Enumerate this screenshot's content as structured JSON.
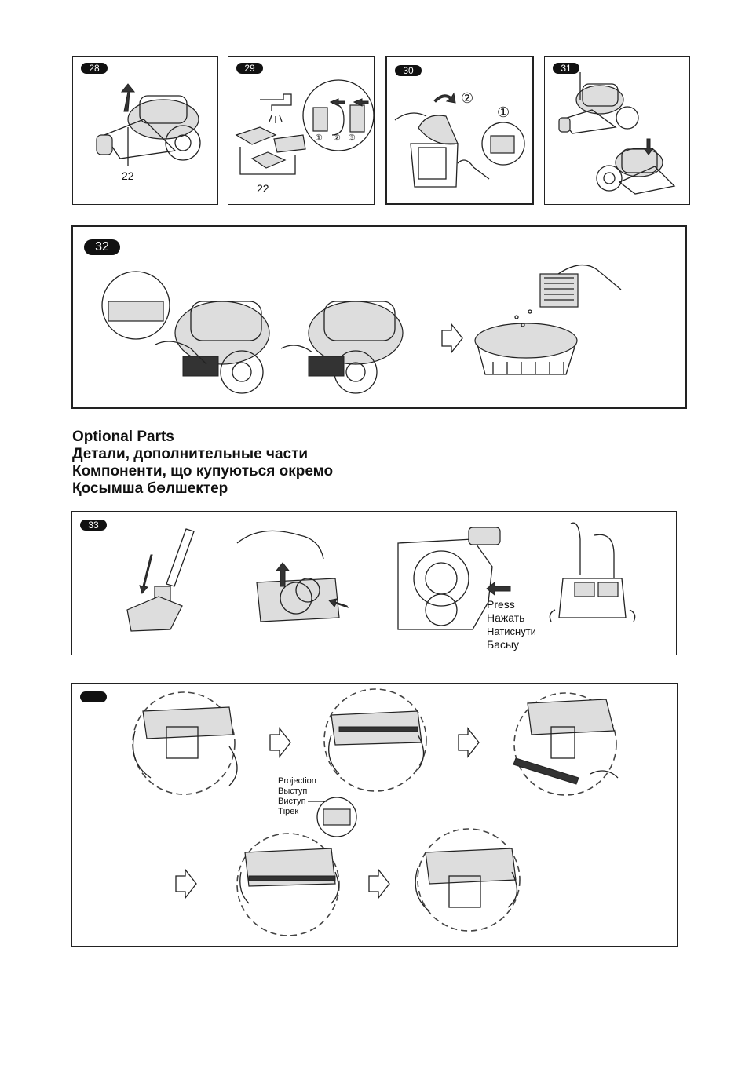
{
  "panels": {
    "p28": {
      "badge": "28",
      "label": "22"
    },
    "p29": {
      "badge": "29",
      "label": "22",
      "steps": [
        "①",
        "②",
        "③"
      ]
    },
    "p30": {
      "badge": "30",
      "steps": [
        "②",
        "①"
      ]
    },
    "p31": {
      "badge": "31"
    },
    "p32": {
      "badge": "32"
    },
    "p33": {
      "badge": "33",
      "press": [
        "Press",
        "Нажать",
        "Натиснути",
        "Басыу"
      ]
    },
    "p34": {
      "badge": "",
      "projection": [
        "Projection",
        "Выступ",
        "Виступ",
        "Тірек"
      ]
    }
  },
  "heading": {
    "lines": [
      "Optional Parts",
      "Детали, дополнительные части",
      "Компоненти, що купуються окремо",
      "Қосымша бөлшектер"
    ]
  }
}
